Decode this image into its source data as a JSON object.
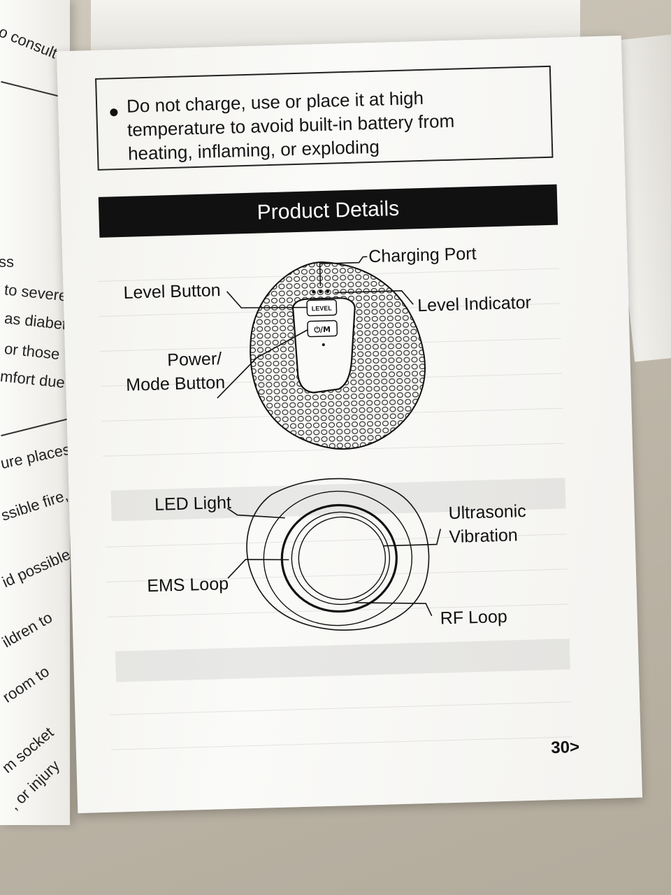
{
  "left_page": {
    "fragments": [
      "o consult",
      "ss",
      "to severe",
      "as diabetes",
      "or those",
      "mfort due",
      "ure places",
      "ssible fire,",
      "id possible",
      "ildren to",
      "room to",
      "m socket",
      ", or injury"
    ]
  },
  "warning": {
    "text": "Do not charge, use or place it at high temperature to avoid built-in battery from heating, inflaming, or exploding"
  },
  "section_title": "Product Details",
  "device_top": {
    "labels": {
      "charging_port": "Charging Port",
      "level_button": "Level Button",
      "level_indicator": "Level Indicator",
      "power_line1": "Power/",
      "power_line2": "Mode Button"
    },
    "button_texts": {
      "level": "LEVEL",
      "power": "⏻/M"
    }
  },
  "device_bottom": {
    "labels": {
      "led_light": "LED Light",
      "ultrasonic_line1": "Ultrasonic",
      "ultrasonic_line2": "Vibration",
      "ems_loop": "EMS Loop",
      "rf_loop": "RF Loop"
    }
  },
  "page_number": "30>"
}
